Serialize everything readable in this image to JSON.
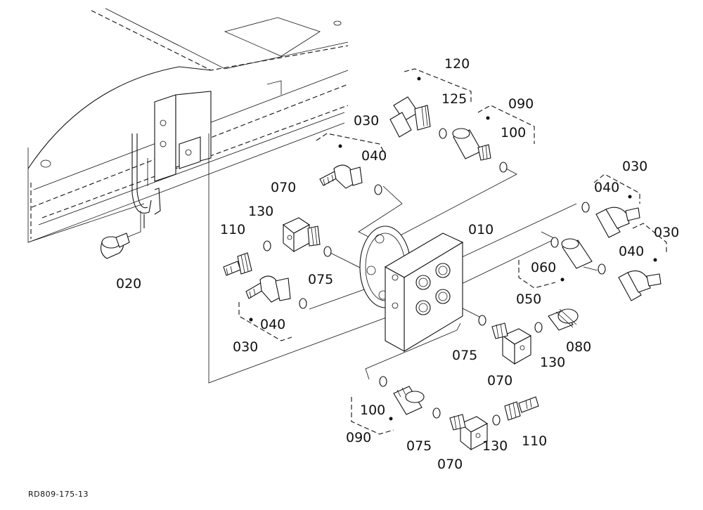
{
  "drawing_reference": "RD809-175-13",
  "part_labels": {
    "p010": "010",
    "p020": "020",
    "p030_a": "030",
    "p030_b": "030",
    "p030_c": "030",
    "p030_d": "030",
    "p040_a": "040",
    "p040_b": "040",
    "p040_c": "040",
    "p040_d": "040",
    "p050": "050",
    "p060": "060",
    "p070_a": "070",
    "p070_b": "070",
    "p070_c": "070",
    "p075_a": "075",
    "p075_b": "075",
    "p075_c": "075",
    "p080": "080",
    "p090_a": "090",
    "p090_b": "090",
    "p100_a": "100",
    "p100_b": "100",
    "p110_a": "110",
    "p110_b": "110",
    "p120": "120",
    "p125": "125",
    "p130_a": "130",
    "p130_b": "130",
    "p130_c": "130"
  }
}
